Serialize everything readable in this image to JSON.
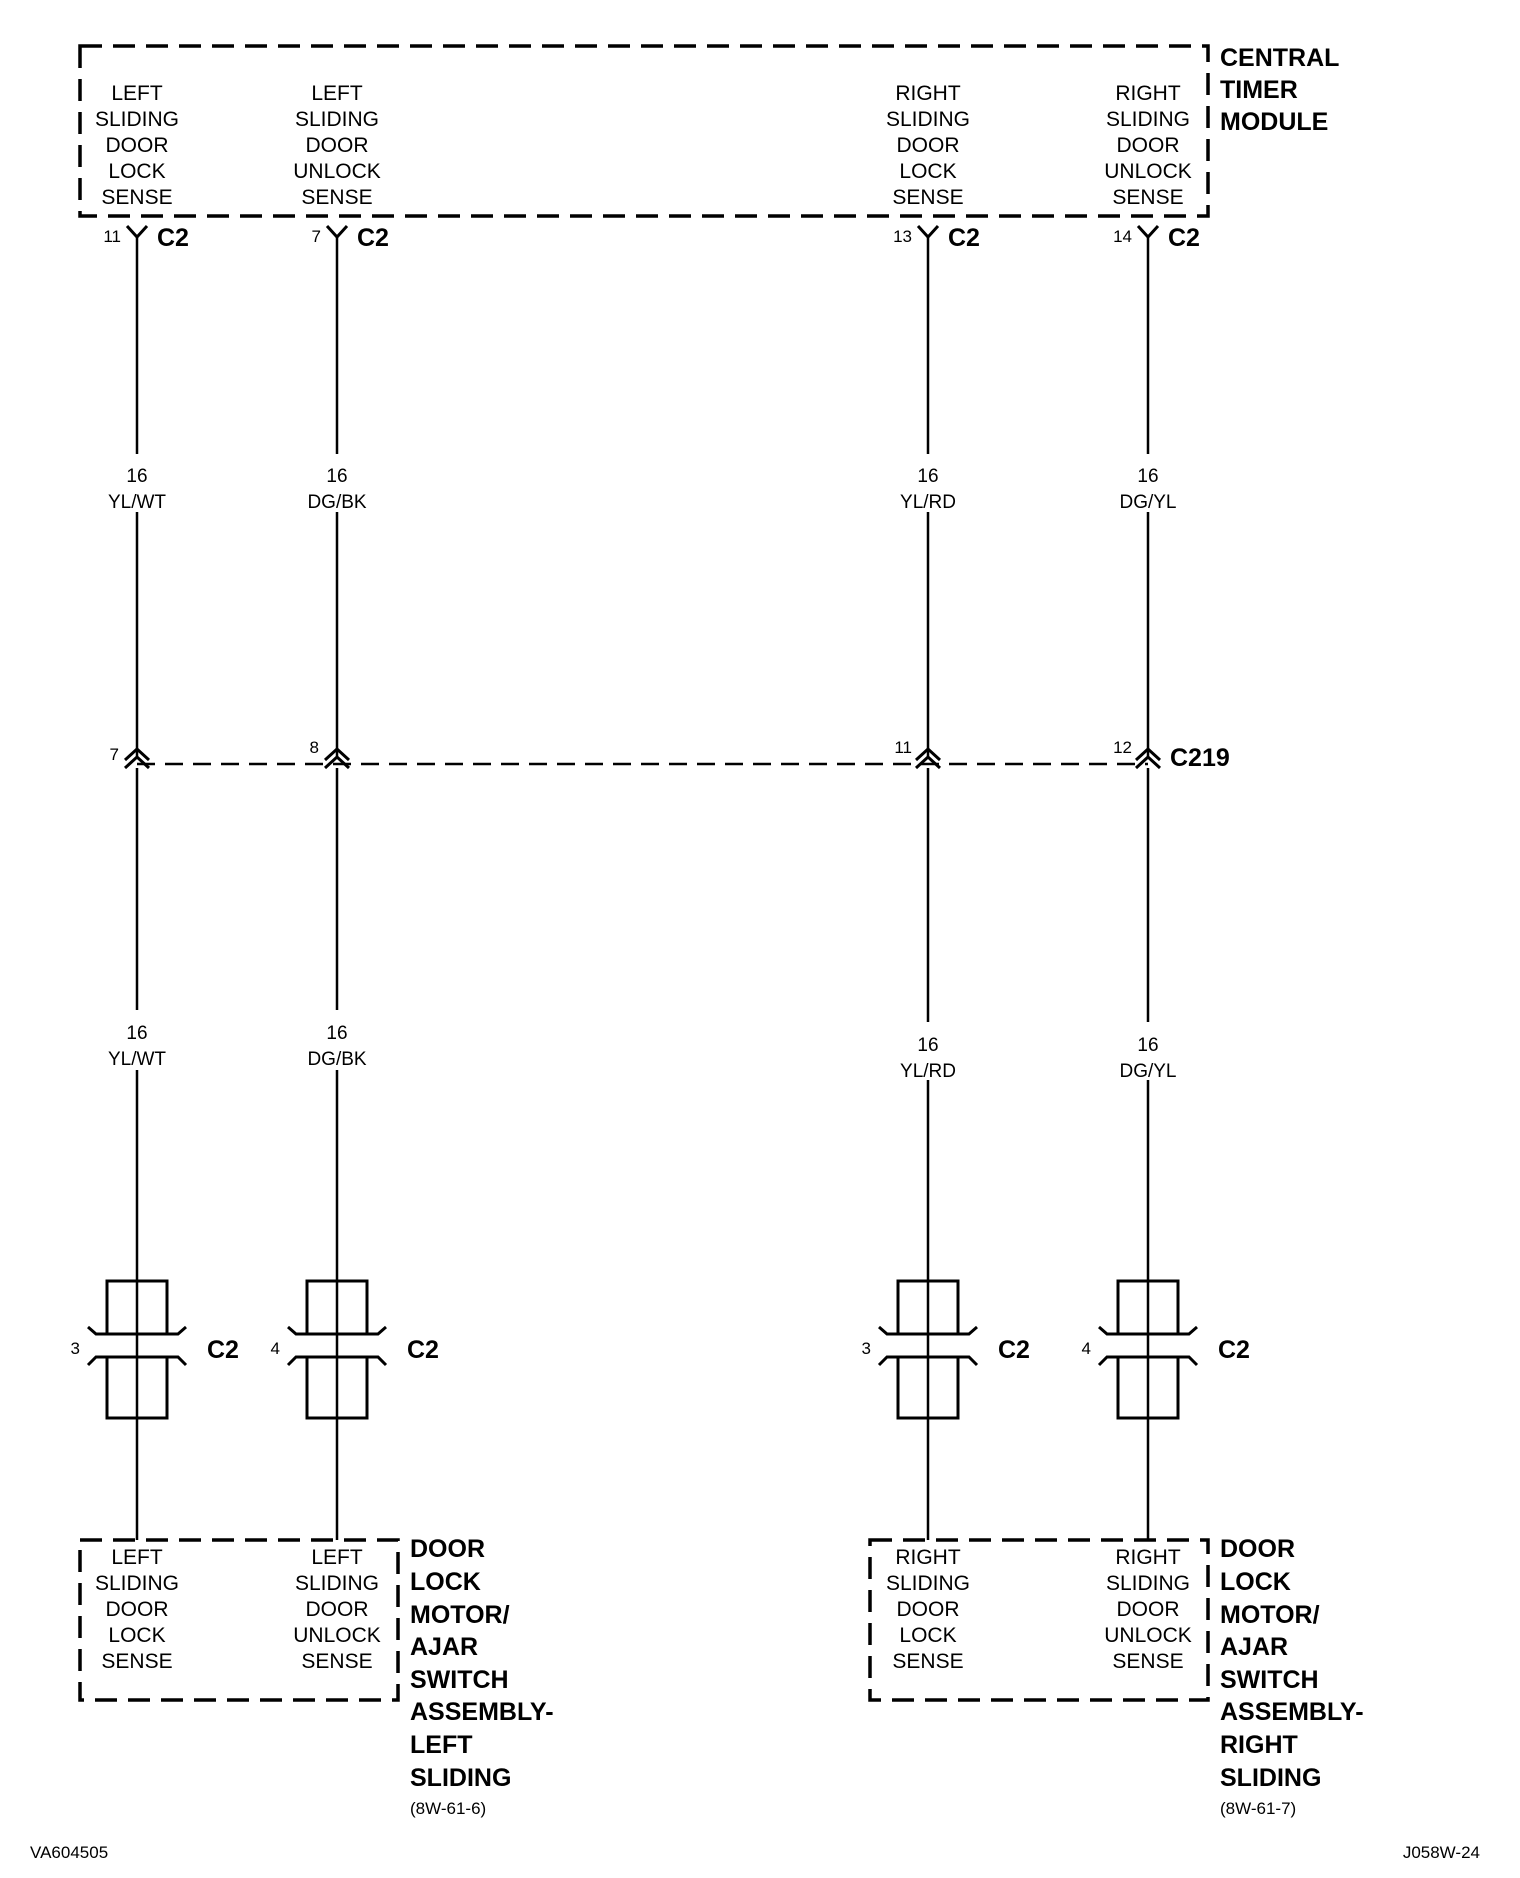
{
  "central_module": {
    "name_lines": [
      "CENTRAL",
      "TIMER",
      "MODULE"
    ],
    "circuits": [
      {
        "label_lines": [
          "LEFT",
          "SLIDING",
          "DOOR",
          "LOCK",
          "SENSE"
        ],
        "pin": "11",
        "connector": "C2"
      },
      {
        "label_lines": [
          "LEFT",
          "SLIDING",
          "DOOR",
          "UNLOCK",
          "SENSE"
        ],
        "pin": "7",
        "connector": "C2"
      },
      {
        "label_lines": [
          "RIGHT",
          "SLIDING",
          "DOOR",
          "LOCK",
          "SENSE"
        ],
        "pin": "13",
        "connector": "C2"
      },
      {
        "label_lines": [
          "RIGHT",
          "SLIDING",
          "DOOR",
          "UNLOCK",
          "SENSE"
        ],
        "pin": "14",
        "connector": "C2"
      }
    ]
  },
  "wires_upper": [
    {
      "gauge": "16",
      "color": "YL/WT"
    },
    {
      "gauge": "16",
      "color": "DG/BK"
    },
    {
      "gauge": "16",
      "color": "YL/RD"
    },
    {
      "gauge": "16",
      "color": "DG/YL"
    }
  ],
  "inline_connector": {
    "name": "C219",
    "pins": [
      "7",
      "8",
      "11",
      "12"
    ]
  },
  "wires_lower": [
    {
      "gauge": "16",
      "color": "YL/WT"
    },
    {
      "gauge": "16",
      "color": "DG/BK"
    },
    {
      "gauge": "16",
      "color": "YL/RD"
    },
    {
      "gauge": "16",
      "color": "DG/YL"
    }
  ],
  "device_connectors": [
    {
      "pin": "3",
      "name": "C2"
    },
    {
      "pin": "4",
      "name": "C2"
    },
    {
      "pin": "3",
      "name": "C2"
    },
    {
      "pin": "4",
      "name": "C2"
    }
  ],
  "left_assembly": {
    "circuits": [
      {
        "label_lines": [
          "LEFT",
          "SLIDING",
          "DOOR",
          "LOCK",
          "SENSE"
        ]
      },
      {
        "label_lines": [
          "LEFT",
          "SLIDING",
          "DOOR",
          "UNLOCK",
          "SENSE"
        ]
      }
    ],
    "name_lines": [
      "DOOR",
      "LOCK",
      "MOTOR/",
      "AJAR",
      "SWITCH",
      "ASSEMBLY-",
      "LEFT",
      "SLIDING"
    ],
    "ref": "(8W-61-6)"
  },
  "right_assembly": {
    "circuits": [
      {
        "label_lines": [
          "RIGHT",
          "SLIDING",
          "DOOR",
          "LOCK",
          "SENSE"
        ]
      },
      {
        "label_lines": [
          "RIGHT",
          "SLIDING",
          "DOOR",
          "UNLOCK",
          "SENSE"
        ]
      }
    ],
    "name_lines": [
      "DOOR",
      "LOCK",
      "MOTOR/",
      "AJAR",
      "SWITCH",
      "ASSEMBLY-",
      "RIGHT",
      "SLIDING"
    ],
    "ref": "(8W-61-7)"
  },
  "footer": {
    "left_code": "VA604505",
    "right_code": "J058W-24"
  }
}
